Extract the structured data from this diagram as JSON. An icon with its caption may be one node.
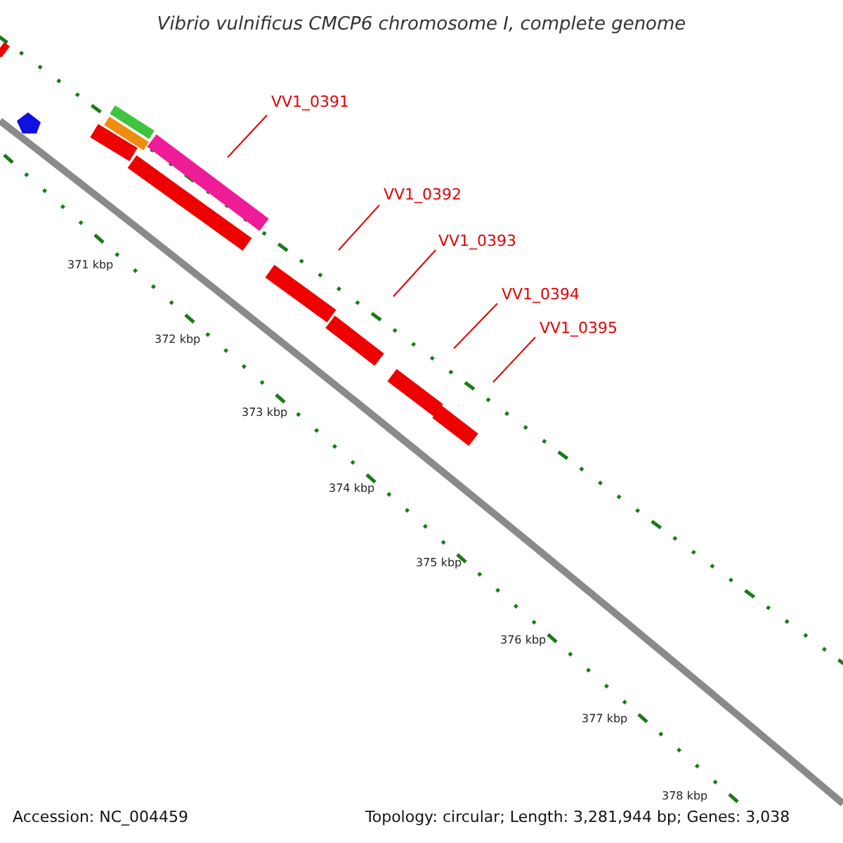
{
  "diagram": {
    "title": "Vibrio vulnificus CMCP6 chromosome I, complete genome",
    "nodes": [
      {
        "text": [
          "VV1_0391"
        ]
      },
      {
        "text": [
          "VV1_0392"
        ]
      },
      {
        "text": [
          "VV1_0393"
        ]
      },
      {
        "text": [
          "VV1_0394"
        ]
      },
      {
        "text": [
          "VV1_0395"
        ]
      }
    ],
    "edges": [
      {
        "from": 0,
        "to": null,
        "arrow": "none"
      },
      {
        "from": 1,
        "to": null,
        "arrow": "none"
      },
      {
        "from": 2,
        "to": null,
        "arrow": "none"
      },
      {
        "from": 3,
        "to": null,
        "arrow": "none"
      },
      {
        "from": 4,
        "to": null,
        "arrow": "none"
      }
    ],
    "labels": [
      "371 kbp",
      "372 kbp",
      "373 kbp",
      "374 kbp",
      "375 kbp",
      "376 kbp",
      "377 kbp",
      "378 kbp",
      "Accession: NC_004459",
      "Topology: circular; Length: 3,281,944 bp; Genes: 3,038"
    ]
  }
}
